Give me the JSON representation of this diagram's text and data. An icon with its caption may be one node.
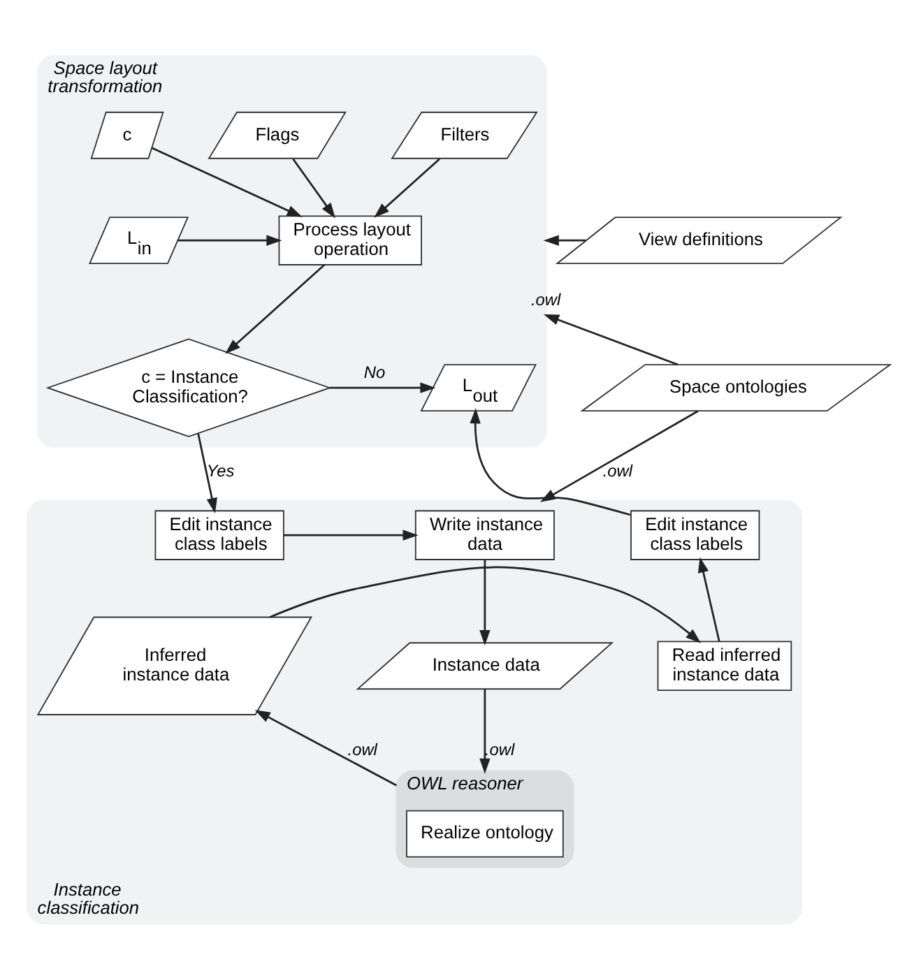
{
  "diagram": {
    "nodes": [
      {
        "text": [
          "Space layout transformation"
        ]
      },
      {
        "text": [
          "Filters"
        ],
        "in": 0
      },
      {
        "text": [
          "Flags"
        ],
        "in": 0
      },
      {
        "text": [
          "c"
        ],
        "in": 0
      },
      {
        "text": [
          "L$_{in}$"
        ],
        "in": 0
      },
      {
        "text": [
          "Process layout operation"
        ],
        "in": 0
      },
      {
        "text": [
          "c = Instance Classification?"
        ],
        "in": 0
      },
      {
        "text": [
          "L$_{out}$"
        ],
        "in": 0
      },
      {
        "text": [
          "View definitions"
        ]
      },
      {
        "text": [
          "Space ontologies"
        ]
      },
      {
        "text": [
          "Instance classification"
        ]
      },
      {
        "text": [
          "Edit instance class labels"
        ],
        "in": 10
      },
      {
        "text": [
          "Edit instance class labels"
        ],
        "in": 10
      },
      {
        "text": [
          "Write instance data"
        ],
        "in": 10
      },
      {
        "text": [
          "Read inferred instance data"
        ],
        "in": 10
      },
      {
        "text": [
          "Inferred instance data"
        ],
        "in": 10
      },
      {
        "text": [
          "Instance data"
        ],
        "in": 10
      },
      {
        "text": [
          "OWL reasoner"
        ],
        "in": 10
      },
      {
        "text": [
          "Realize ontology"
        ],
        "in": 17
      }
    ],
    "edges": [
      {
        "from": 1,
        "to": 5,
        "arrow": "to"
      },
      {
        "from": 2,
        "to": 5,
        "arrow": "to"
      },
      {
        "from": 3,
        "to": 5,
        "arrow": "to"
      },
      {
        "from": 4,
        "to": 5,
        "arrow": "to"
      },
      {
        "from": 5,
        "to": 6,
        "arrow": "to"
      },
      {
        "from": 6,
        "to": 7,
        "arrow": "to",
        "label": "No"
      },
      {
        "from": 8,
        "to": 0,
        "arrow": "to"
      },
      {
        "from": 9,
        "to": 0,
        "arrow": "to",
        "label": ".owl"
      },
      {
        "from": 9,
        "to": 10,
        "arrow": "to",
        "label": ".owl"
      },
      {
        "from": 6,
        "to": 12,
        "arrow": "to",
        "label": "Yes"
      },
      {
        "from": 11,
        "to": 7,
        "arrow": "to"
      },
      {
        "from": 12,
        "to": 13,
        "arrow": "to"
      },
      {
        "from": 13,
        "to": 16,
        "arrow": "to"
      },
      {
        "from": 14,
        "to": 11,
        "arrow": "to"
      },
      {
        "from": 15,
        "to": 14,
        "arrow": "to"
      },
      {
        "from": 17,
        "to": 15,
        "arrow": "to",
        "label": ".owl"
      },
      {
        "from": 16,
        "to": 17,
        "arrow": "to",
        "label": ".owl"
      }
    ]
  }
}
